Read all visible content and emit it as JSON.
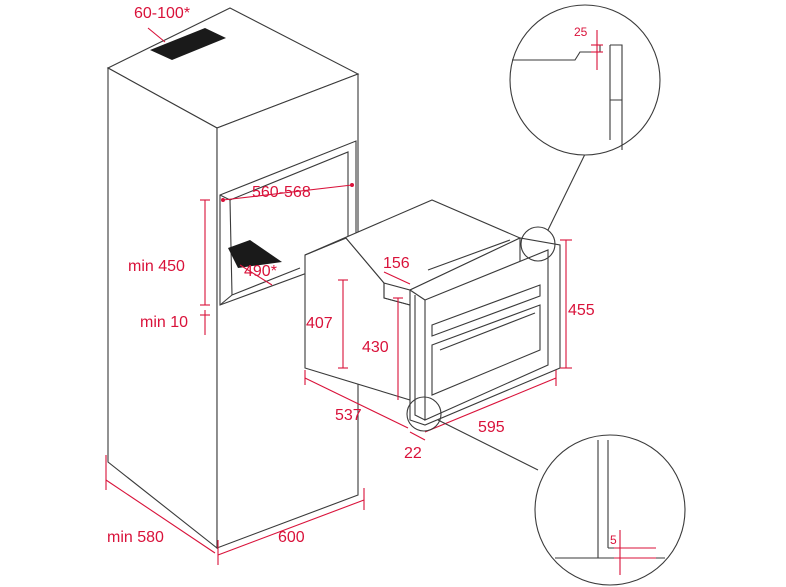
{
  "dimensions": {
    "top_vent": "60-100*",
    "niche_width": "560-568",
    "niche_height": "min 450",
    "bottom_gap": "min 10",
    "vent_depth": "490*",
    "cabinet_depth": "min 580",
    "cabinet_width": "600",
    "oven_step": "156",
    "oven_body_height": "407",
    "oven_mid_height": "430",
    "oven_front_height": "455",
    "oven_depth": "537",
    "oven_width": "595",
    "front_offset": "22",
    "detail_top_gap": "25",
    "detail_bottom_gap": "5"
  },
  "colors": {
    "dimension": "#d9123a",
    "outline": "#3a3a3a",
    "vent_fill": "#1a1a1a"
  }
}
